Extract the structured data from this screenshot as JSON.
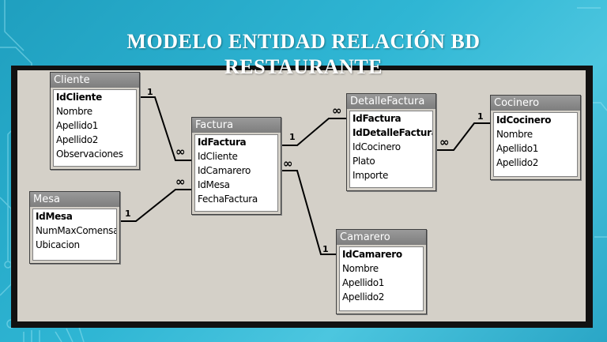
{
  "title": {
    "line1": "MODELO ENTIDAD RELACIÓN BD",
    "line2": "RESTAURANTE"
  },
  "tables": {
    "cliente": {
      "name": "Cliente",
      "fields": [
        {
          "label": "IdCliente",
          "pk": true
        },
        {
          "label": "Nombre",
          "pk": false
        },
        {
          "label": "Apellido1",
          "pk": false
        },
        {
          "label": "Apellido2",
          "pk": false
        },
        {
          "label": "Observaciones",
          "pk": false
        }
      ]
    },
    "mesa": {
      "name": "Mesa",
      "fields": [
        {
          "label": "IdMesa",
          "pk": true
        },
        {
          "label": "NumMaxComensa",
          "pk": false
        },
        {
          "label": "Ubicacion",
          "pk": false
        }
      ]
    },
    "factura": {
      "name": "Factura",
      "fields": [
        {
          "label": "IdFactura",
          "pk": true
        },
        {
          "label": "IdCliente",
          "pk": false
        },
        {
          "label": "IdCamarero",
          "pk": false
        },
        {
          "label": "IdMesa",
          "pk": false
        },
        {
          "label": "FechaFactura",
          "pk": false
        }
      ]
    },
    "detalle": {
      "name": "DetalleFactura",
      "fields": [
        {
          "label": "IdFactura",
          "pk": true
        },
        {
          "label": "IdDetalleFactura",
          "pk": true
        },
        {
          "label": "IdCocinero",
          "pk": false
        },
        {
          "label": "Plato",
          "pk": false
        },
        {
          "label": "Importe",
          "pk": false
        }
      ]
    },
    "cocinero": {
      "name": "Cocinero",
      "fields": [
        {
          "label": "IdCocinero",
          "pk": true
        },
        {
          "label": "Nombre",
          "pk": false
        },
        {
          "label": "Apellido1",
          "pk": false
        },
        {
          "label": "Apellido2",
          "pk": false
        }
      ]
    },
    "camarero": {
      "name": "Camarero",
      "fields": [
        {
          "label": "IdCamarero",
          "pk": true
        },
        {
          "label": "Nombre",
          "pk": false
        },
        {
          "label": "Apellido1",
          "pk": false
        },
        {
          "label": "Apellido2",
          "pk": false
        }
      ]
    }
  },
  "cardinality": {
    "one": "1",
    "many": "∞"
  },
  "colors": {
    "background": "#2fb6d4",
    "canvas": "#d4d0c8",
    "title_bar": "#808080",
    "title_text": "#ffffff"
  }
}
